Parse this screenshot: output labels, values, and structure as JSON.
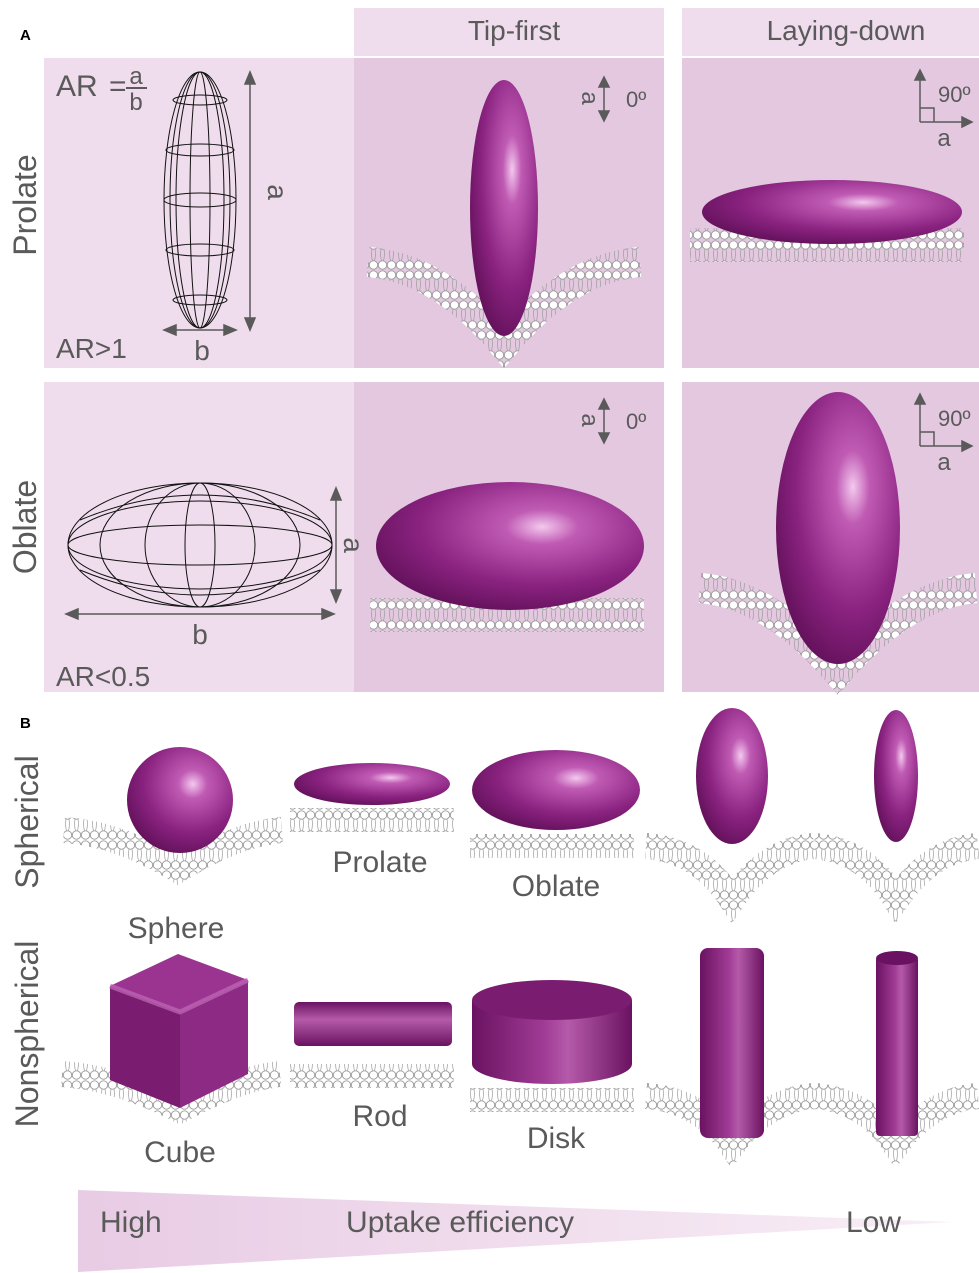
{
  "panel_a": {
    "label": "A",
    "columns": [
      "Tip-first",
      "Laying-down"
    ],
    "rows": [
      {
        "name": "Prolate",
        "condition": "AR>1",
        "formula_left": "AR",
        "formula_num": "a",
        "formula_den": "b",
        "axis_a": "a",
        "axis_b": "b",
        "tip_angle": "0º",
        "tip_axis": "a",
        "lay_angle": "90º",
        "lay_axis": "a"
      },
      {
        "name": "Oblate",
        "condition": "AR<0.5",
        "axis_a": "a",
        "axis_b": "b",
        "tip_angle": "0º",
        "tip_axis": "a",
        "lay_angle": "90º",
        "lay_axis": "a"
      }
    ]
  },
  "panel_b": {
    "label": "B",
    "rows": [
      {
        "name": "Spherical",
        "shapes": [
          "Sphere",
          "Prolate",
          "Oblate"
        ]
      },
      {
        "name": "Nonspherical",
        "shapes": [
          "Cube",
          "Rod",
          "Disk"
        ]
      }
    ],
    "gradient": {
      "high": "High",
      "title": "Uptake efficiency",
      "low": "Low"
    }
  },
  "colors": {
    "particle": "#8a1f7e",
    "particle_dark": "#5e0f55",
    "particle_light": "#d98fcf",
    "panel_bg": "#efdcec",
    "panel_bg_dark": "#dfc0dc",
    "membrane": "#9a9a9a"
  }
}
